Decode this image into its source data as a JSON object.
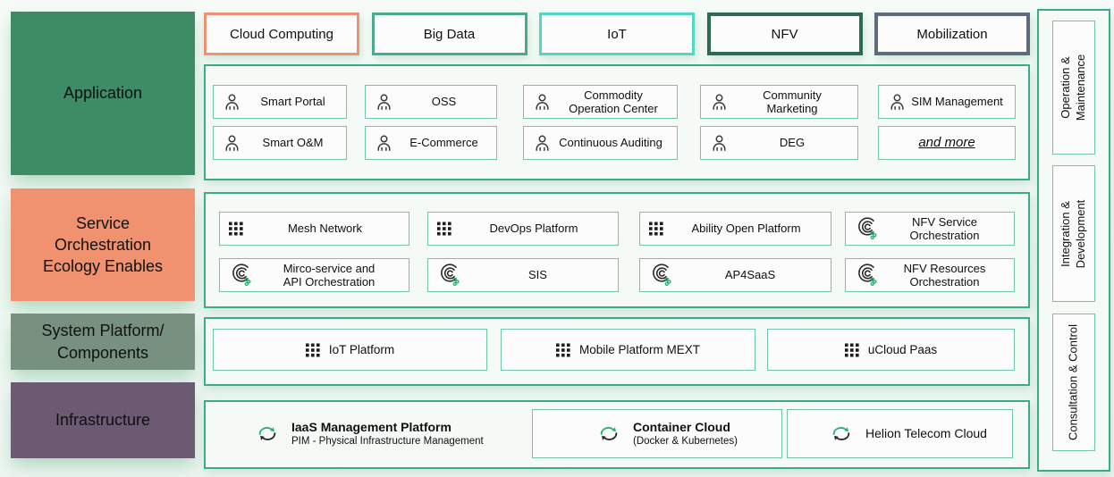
{
  "left_column": {
    "application": "Application",
    "service": "Service\nOrchestration\nEcology Enables",
    "system": "System Platform/\nComponents",
    "infrastructure": "Infrastructure"
  },
  "tabs": [
    {
      "label": "Cloud Computing",
      "border_color": "#ef9273"
    },
    {
      "label": "Big Data",
      "border_color": "#4ba98c"
    },
    {
      "label": "IoT",
      "border_color": "#54d6c6"
    },
    {
      "label": "NFV",
      "border_color": "#2d6a53"
    },
    {
      "label": "Mobilization",
      "border_color": "#5d6b7d"
    }
  ],
  "application": {
    "rows": [
      {
        "items": [
          {
            "label": "Smart Portal",
            "icon": "user"
          },
          {
            "label": "OSS",
            "icon": "user"
          },
          {
            "label": "Commodity\nOperation Center",
            "icon": "user"
          },
          {
            "label": "Community\nMarketing",
            "icon": "user"
          },
          {
            "label": "SIM Management",
            "icon": "user"
          }
        ]
      },
      {
        "items": [
          {
            "label": "Smart O&M",
            "icon": "user"
          },
          {
            "label": "E-Commerce",
            "icon": "user"
          },
          {
            "label": "Continuous Auditing",
            "icon": "user"
          },
          {
            "label": "DEG",
            "icon": "user"
          },
          {
            "label": "and more",
            "icon": "none"
          }
        ]
      }
    ]
  },
  "service": {
    "rows": [
      {
        "items": [
          {
            "label": "Mesh Network",
            "icon": "grid-dots"
          },
          {
            "label": "DevOps Platform",
            "icon": "grid-dots"
          },
          {
            "label": "Ability Open Platform",
            "icon": "grid-dots"
          },
          {
            "label": "NFV Service\nOrchestration",
            "icon": "orchestration-swirl"
          }
        ]
      },
      {
        "items": [
          {
            "label": "Mirco-service and\nAPI Orchestration",
            "icon": "orchestration-swirl"
          },
          {
            "label": "SIS",
            "icon": "orchestration-swirl"
          },
          {
            "label": "AP4SaaS",
            "icon": "orchestration-swirl"
          },
          {
            "label": "NFV Resources\nOrchestration",
            "icon": "orchestration-swirl"
          }
        ]
      }
    ]
  },
  "system": {
    "items": [
      {
        "label": "IoT Platform",
        "icon": "grid-dots"
      },
      {
        "label": "Mobile Platform MEXT",
        "icon": "grid-dots"
      },
      {
        "label": "uCloud Paas",
        "icon": "grid-dots"
      }
    ]
  },
  "infrastructure": {
    "items": [
      {
        "title": "IaaS Management Platform",
        "subtitle": "PIM - Physical Infrastructure Management",
        "icon": "cloud-sync",
        "boxed": false
      },
      {
        "title": "Container Cloud",
        "subtitle": "(Docker & Kubernetes)",
        "icon": "cloud-sync",
        "boxed": true
      },
      {
        "title": "Helion Telecom Cloud",
        "subtitle": "",
        "icon": "cloud-sync",
        "boxed": true
      }
    ]
  },
  "sidebar": {
    "items": [
      {
        "label": "Operation &\nMaintenance"
      },
      {
        "label": "Integration &\nDevelopment"
      },
      {
        "label": "Consultation & Control"
      }
    ]
  },
  "palette": {
    "section_border": "#3cab8c",
    "item_border": "#72c5ab",
    "application_bg": "#3d8c66",
    "service_bg": "#f0926f",
    "system_bg": "#78907f",
    "infrastructure_bg": "#6b5a72",
    "icon_green": "#2fae74",
    "icon_dark": "#2b2b2b"
  }
}
